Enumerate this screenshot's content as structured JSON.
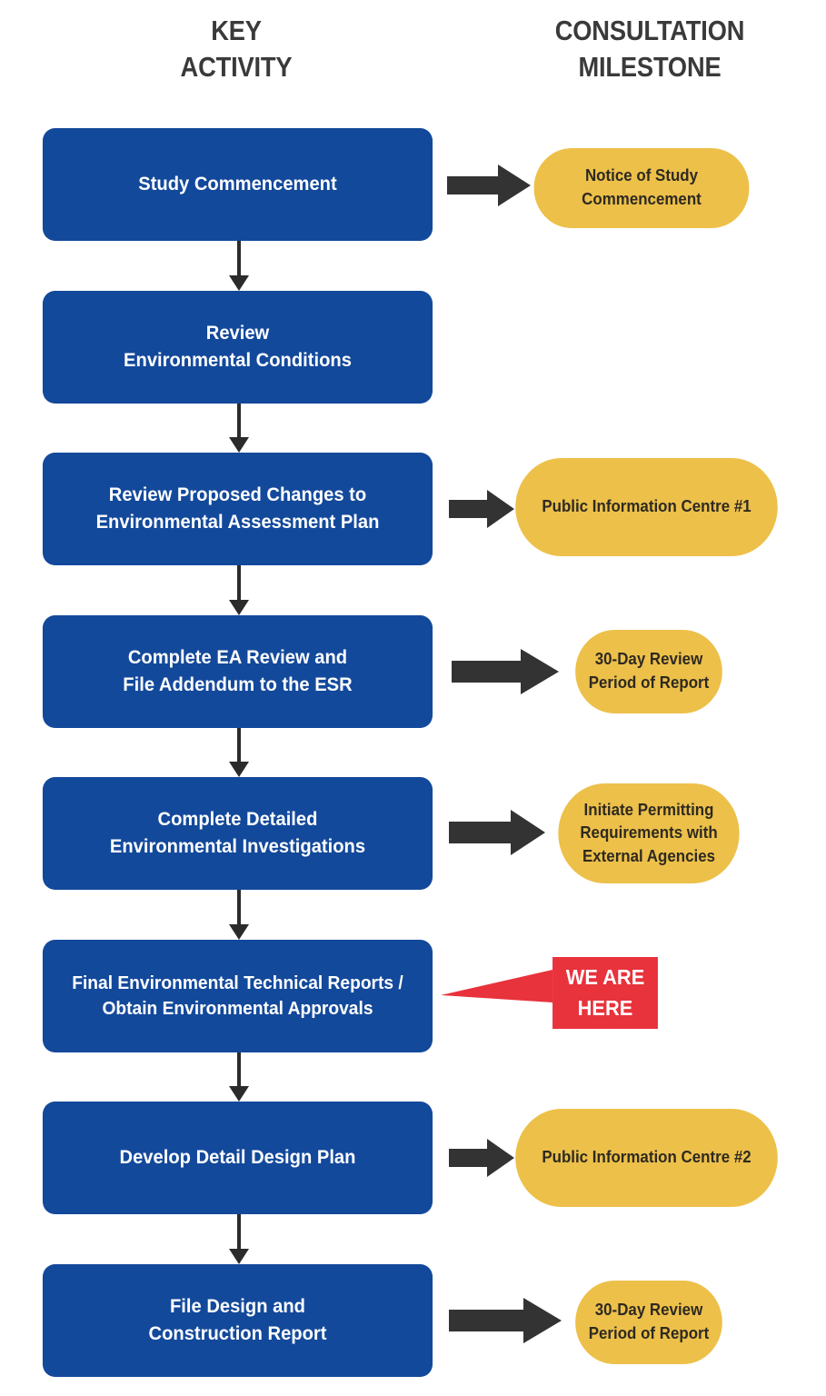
{
  "headers": {
    "key_activity": "KEY\nACTIVITY",
    "consultation_milestone": "CONSULTATION\nMILESTONE"
  },
  "colors": {
    "activity_blue": "#13499b",
    "milestone_yellow": "#edc04a",
    "arrow_dark": "#333333",
    "callout_red": "#e8323c",
    "header_text": "#3a3a3a",
    "background": "#ffffff"
  },
  "rows": [
    {
      "activity": "Study Commencement",
      "milestone": "Notice of Study\nCommencement",
      "has_arrow": true
    },
    {
      "activity": "Review\nEnvironmental Conditions",
      "milestone": null,
      "has_arrow": false
    },
    {
      "activity": "Review Proposed Changes to\nEnvironmental Assessment Plan",
      "milestone": "Public Information Centre #1",
      "has_arrow": true
    },
    {
      "activity": "Complete EA Review and\nFile Addendum to the ESR",
      "milestone": "30-Day Review\nPeriod of Report",
      "has_arrow": true
    },
    {
      "activity": "Complete Detailed\nEnvironmental Investigations",
      "milestone": "Initiate Permitting\nRequirements with\nExternal Agencies",
      "has_arrow": true
    },
    {
      "activity": "Final Environmental Technical Reports /\nObtain Environmental Approvals",
      "milestone": null,
      "has_arrow": false
    },
    {
      "activity": "Develop Detail Design Plan",
      "milestone": "Public Information Centre #2",
      "has_arrow": true
    },
    {
      "activity": "File Design and\nConstruction Report",
      "milestone": "30-Day Review\nPeriod of Report",
      "has_arrow": true
    }
  ],
  "callout": {
    "label": "WE ARE\nHERE",
    "attached_to_row": 6
  }
}
